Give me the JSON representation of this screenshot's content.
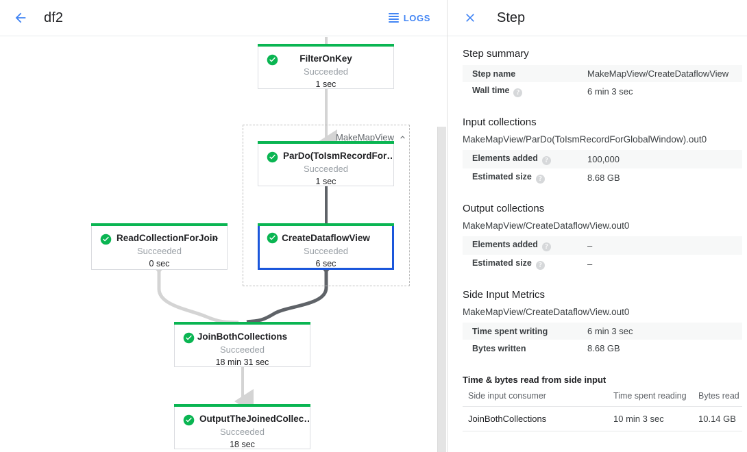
{
  "left": {
    "back_icon": "back-arrow-icon",
    "job_title": "df2",
    "logs_label": "LOGS",
    "composite": {
      "label": "MakeMapView",
      "chevron": "chevron-up-icon"
    },
    "nodes": [
      {
        "id": "filteronkey",
        "name": "FilterOnKey",
        "status": "Succeeded",
        "time": "1 sec"
      },
      {
        "id": "pardo",
        "name": "ParDo(ToIsmRecordFor…",
        "status": "Succeeded",
        "time": "1 sec"
      },
      {
        "id": "createview",
        "name": "CreateDataflowView",
        "status": "Succeeded",
        "time": "6 sec"
      },
      {
        "id": "readcollection",
        "name": "ReadCollectionForJoin",
        "status": "Succeeded",
        "time": "0 sec"
      },
      {
        "id": "joinboth",
        "name": "JoinBothCollections",
        "status": "Succeeded",
        "time": "18 min 31 sec"
      },
      {
        "id": "output",
        "name": "OutputTheJoinedCollec…",
        "status": "Succeeded",
        "time": "18 sec"
      }
    ]
  },
  "right": {
    "close_icon": "close-icon",
    "title": "Step",
    "step_summary": {
      "heading": "Step summary",
      "rows": [
        {
          "key": "Step name",
          "help": false,
          "value": "MakeMapView/CreateDataflowView"
        },
        {
          "key": "Wall time",
          "help": true,
          "value": "6 min 3 sec"
        }
      ]
    },
    "input_collections": {
      "heading": "Input collections",
      "collection": "MakeMapView/ParDo(ToIsmRecordForGlobalWindow).out0",
      "rows": [
        {
          "key": "Elements added",
          "help": true,
          "value": "100,000"
        },
        {
          "key": "Estimated size",
          "help": true,
          "value": "8.68 GB"
        }
      ]
    },
    "output_collections": {
      "heading": "Output collections",
      "collection": "MakeMapView/CreateDataflowView.out0",
      "rows": [
        {
          "key": "Elements added",
          "help": true,
          "value": "–"
        },
        {
          "key": "Estimated size",
          "help": true,
          "value": "–"
        }
      ]
    },
    "side_input_metrics": {
      "heading": "Side Input Metrics",
      "collection": "MakeMapView/CreateDataflowView.out0",
      "rows": [
        {
          "key": "Time spent writing",
          "help": false,
          "value": "6 min 3 sec"
        },
        {
          "key": "Bytes written",
          "help": false,
          "value": "8.68 GB"
        }
      ]
    },
    "side_input_table": {
      "heading": "Time & bytes read from side input",
      "columns": [
        "Side input consumer",
        "Time spent reading",
        "Bytes read"
      ],
      "rows": [
        [
          "JoinBothCollections",
          "10 min 3 sec",
          "10.14 GB"
        ]
      ]
    }
  },
  "colors": {
    "accent_blue": "#4285f4",
    "selected_border": "#1a56db",
    "status_green": "#0ab552",
    "edge_dark": "#5f6368",
    "edge_light": "#d4d4d4"
  }
}
